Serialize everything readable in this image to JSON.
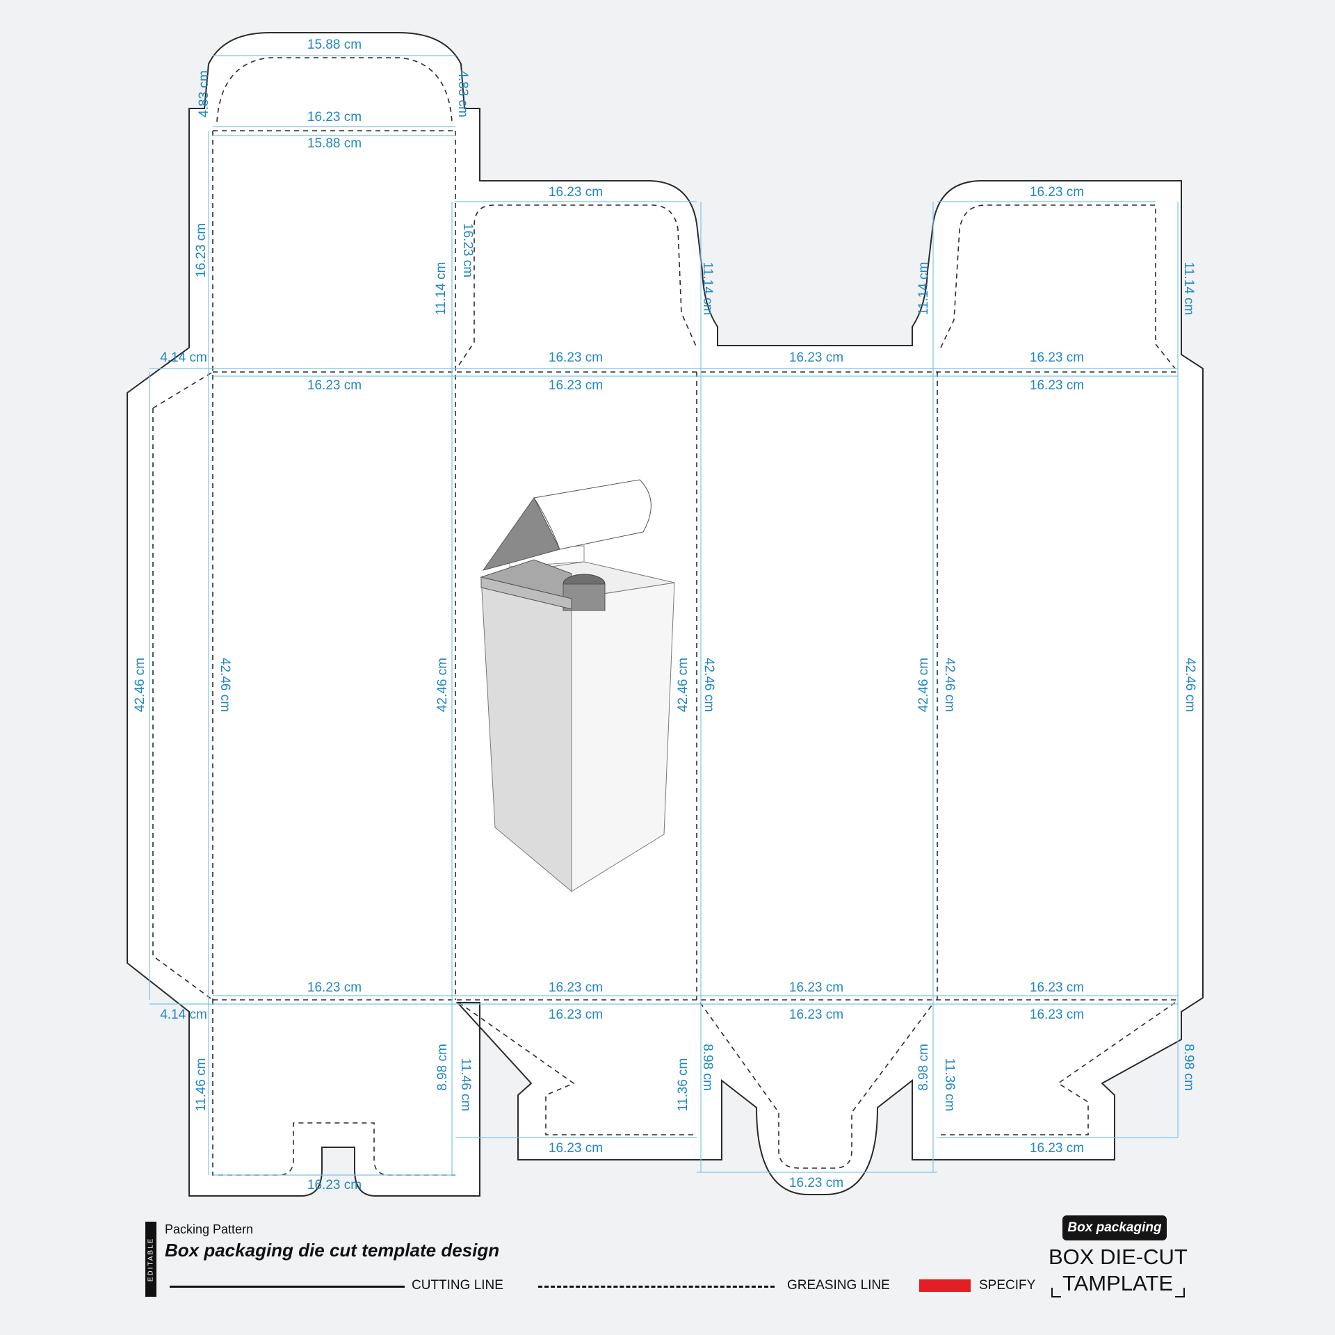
{
  "diagram": {
    "top_tuck_flap": {
      "top_width": "15.88  cm",
      "crease_width": "16.23  cm",
      "lower_width": "15.88  cm",
      "side_height_left": "4.83  cm",
      "side_height_right": "4.83  cm"
    },
    "top_left_panel_height": "16.23  cm",
    "top_dust_flap_left": {
      "width": "16.23  cm",
      "height_left": "11.14  cm",
      "height_inner": "16.23  cm",
      "height_right": "11.14  cm"
    },
    "top_middle_width": "16.23  cm",
    "top_dust_flap_right": {
      "width": "16.23  cm",
      "height_left": "11.14  cm",
      "height_right": "11.14  cm"
    },
    "glue_flap": {
      "top": "4.14  cm",
      "bottom": "4.14  cm",
      "height": "42.46  cm"
    },
    "top_crease_labels": [
      "16.23  cm",
      "16.23  cm",
      "16.23  cm",
      "16.23  cm"
    ],
    "top_panel_widths": [
      "16.23  cm",
      "16.23  cm",
      "16.23  cm"
    ],
    "panel_heights": [
      "42.46  cm",
      "42.46  cm",
      "42.46  cm",
      "42.46  cm",
      "42.46  cm",
      "42.46  cm",
      "42.46  cm",
      "42.46  cm"
    ],
    "bottom_crease_labels": [
      "16.23  cm",
      "16.23  cm",
      "16.23  cm",
      "16.23  cm"
    ],
    "bottom_widths": [
      "16.23  cm",
      "16.23  cm",
      "16.23  cm"
    ],
    "bottom_flaps": {
      "left_height": "11.46  cm",
      "p2_left": "8.98  cm",
      "p2_right": "11.46  cm",
      "p3_left": "11.36  cm",
      "p3_right": "8.98  cm",
      "p4_left": "8.98  cm",
      "p4_right": "11.36  cm",
      "right_height": "8.98  cm",
      "bottom_widths": [
        "16.23  cm",
        "16.23  cm",
        "16.23  cm",
        "16.23  cm"
      ]
    }
  },
  "footer": {
    "editable": "EDITABLE",
    "packing_label": "Packing Pattern",
    "title": "Box packaging die cut template design",
    "legend": {
      "cutting": "CUTTING LINE",
      "greasing": "GREASING LINE",
      "specify": "SPECIFY",
      "specify_color": "#e31e24"
    },
    "badge": "Box packaging",
    "box_title_line1": "BOX DIE-CUT",
    "box_title_line2": "TAMPLATE"
  }
}
